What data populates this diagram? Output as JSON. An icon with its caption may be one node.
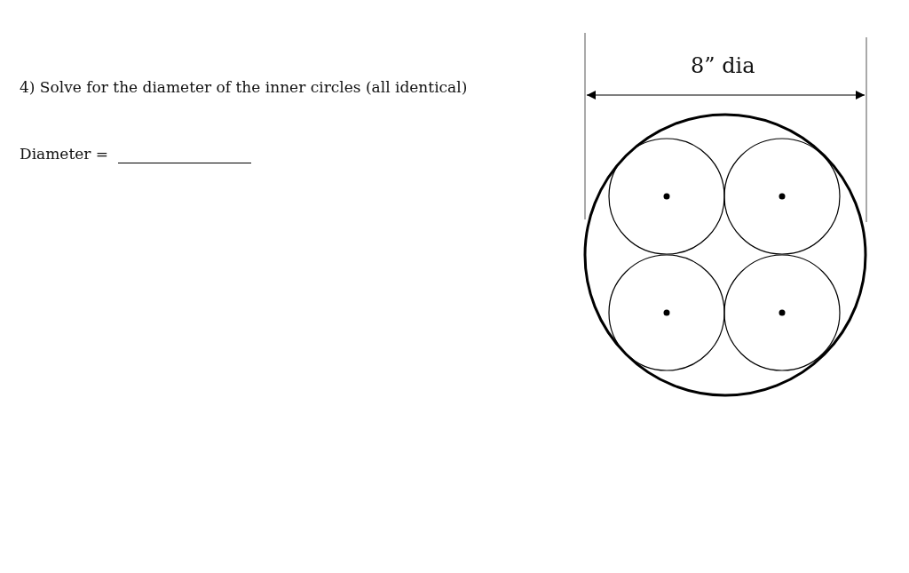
{
  "diagram": {
    "labels": [
      "8” dia",
      "4) Solve for the diameter of the inner circles (all identical)",
      "Diameter ="
    ]
  }
}
